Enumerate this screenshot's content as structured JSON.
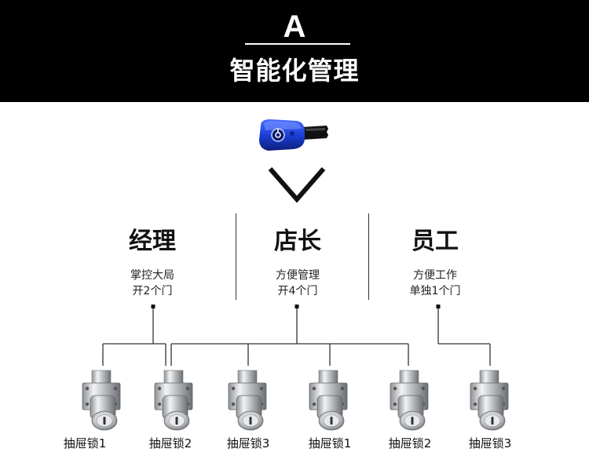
{
  "header": {
    "letter": "A",
    "title": "智能化管理"
  },
  "key_icon": "blue-electronic-key-icon",
  "chevron_icon": "chevron-down-icon",
  "roles": [
    {
      "title": "经理",
      "desc1": "掌控大局",
      "desc2": "开2个门"
    },
    {
      "title": "店长",
      "desc1": "方便管理",
      "desc2": "开4个门"
    },
    {
      "title": "员工",
      "desc1": "方便工作",
      "desc2": "单独1个门"
    }
  ],
  "locks": [
    {
      "label": "抽屉锁1"
    },
    {
      "label": "抽屉锁2"
    },
    {
      "label": "抽屉锁3"
    },
    {
      "label": "抽屉锁1"
    },
    {
      "label": "抽屉锁2"
    },
    {
      "label": "抽屉锁3"
    }
  ],
  "colors": {
    "header_bg": "#000000",
    "key_blue": "#1c3fd6",
    "line": "#333333"
  }
}
